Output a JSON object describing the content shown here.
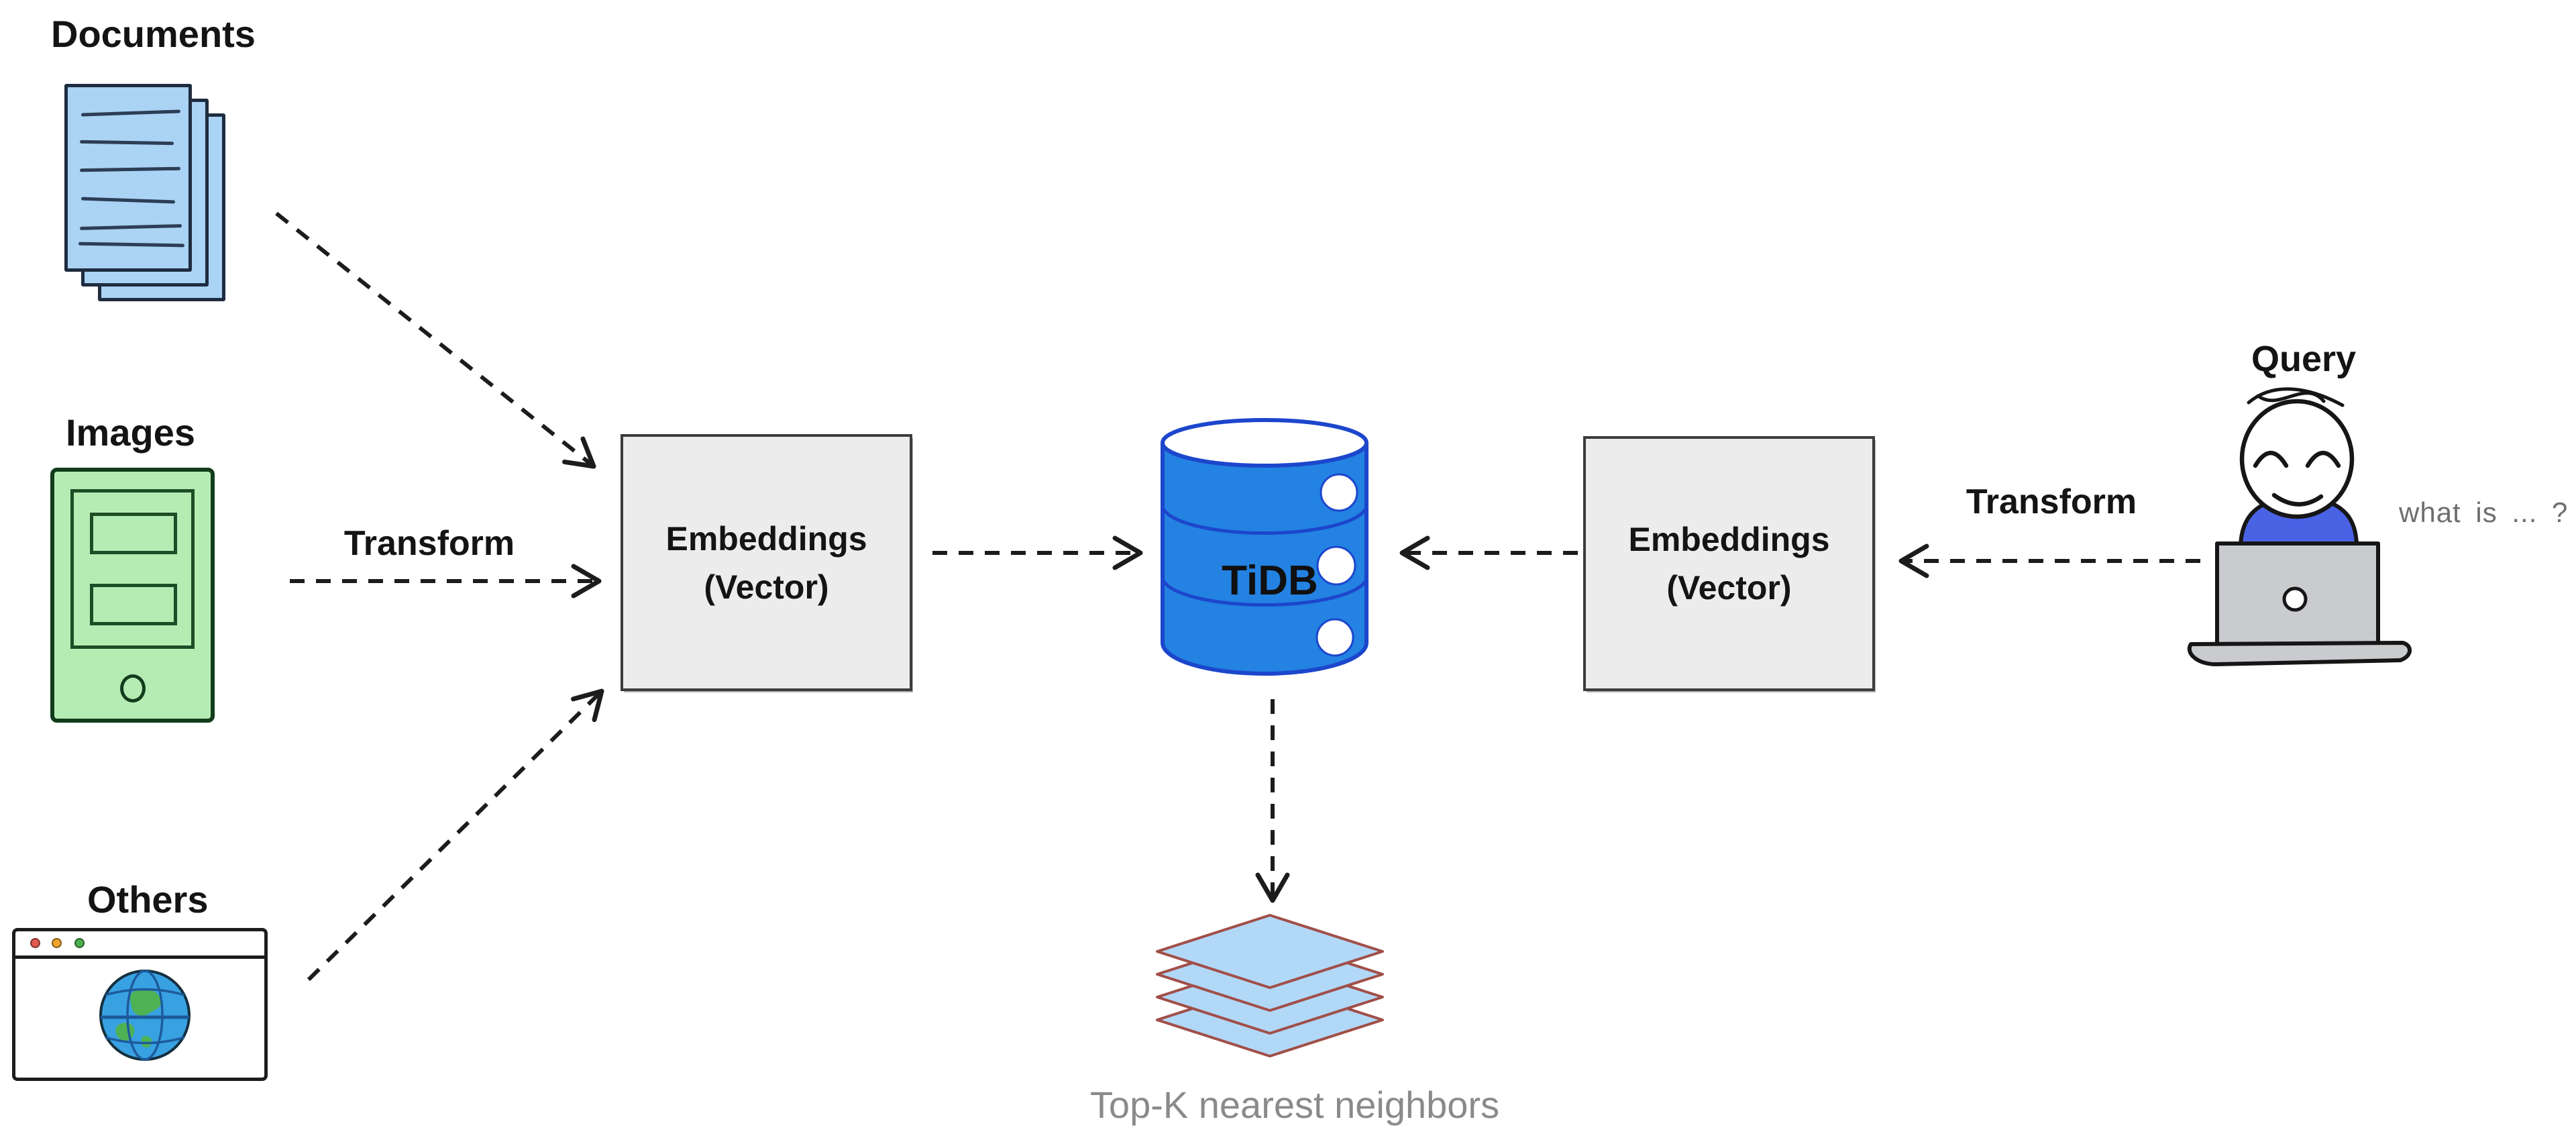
{
  "labels": {
    "documents": "Documents",
    "images": "Images",
    "others": "Others",
    "transform_left": "Transform",
    "transform_right": "Transform",
    "embeddings_left_line1": "Embeddings",
    "embeddings_left_line2": "(Vector)",
    "embeddings_right_line1": "Embeddings",
    "embeddings_right_line2": "(Vector)",
    "database": "TiDB",
    "top_k": "Top-K nearest neighbors",
    "query": "Query",
    "query_text": "what is ... ?"
  },
  "icons": {
    "documents": "document-stack-icon",
    "images": "smartphone-icon",
    "others": "browser-globe-icon",
    "database": "database-cylinder-icon",
    "top_k": "layers-stack-icon",
    "query": "person-at-laptop-icon"
  },
  "colors": {
    "bg": "#ffffff",
    "ink": "#1c1c1c",
    "doc_fill": "#aad3f4",
    "doc_stroke": "#1f2c3f",
    "doc_line": "#2c3e56",
    "phone_fill": "#b5ecb3",
    "phone_stroke": "#123c1c",
    "phone_inner": "#1d4d26",
    "dot_red": "#e05a4e",
    "dot_yellow": "#efa32b",
    "dot_green": "#4cb04f",
    "globe_ocean": "#38a1e2",
    "globe_land": "#4eb154",
    "globe_line": "#1d5a9b",
    "box_fill": "#ececec",
    "box_stroke": "#3c3c3c",
    "db_fill": "#2382e2",
    "db_stroke": "#1c46cc",
    "layer_fill": "#b2d8f8",
    "layer_stroke": "#a14f49",
    "person_blue": "#4a62e4",
    "laptop_gray": "#c9cbce",
    "gray_text": "#8a8a8a",
    "query_gray": "#6e6e6e"
  }
}
